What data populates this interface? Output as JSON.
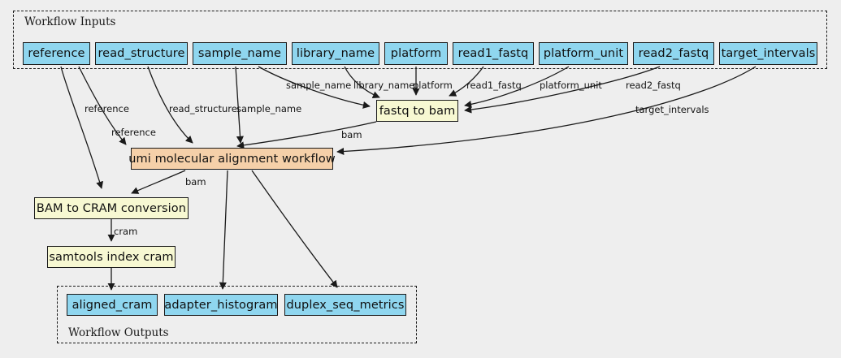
{
  "diagram": {
    "title": "workflow graph",
    "background": "#eeeeee",
    "colors": {
      "io_node": "#8fd6ef",
      "task_node": "#f7f8d2",
      "subworkflow_node": "#f5d0a9",
      "border": "#1a1a1a",
      "edge": "#1a1a1a"
    }
  },
  "clusters": {
    "inputs": {
      "label": "Workflow Inputs"
    },
    "outputs": {
      "label": "Workflow Outputs"
    }
  },
  "nodes": {
    "inputs": [
      {
        "id": "reference",
        "label": "reference"
      },
      {
        "id": "read_structure",
        "label": "read_structure"
      },
      {
        "id": "sample_name",
        "label": "sample_name"
      },
      {
        "id": "library_name",
        "label": "library_name"
      },
      {
        "id": "platform",
        "label": "platform"
      },
      {
        "id": "read1_fastq",
        "label": "read1_fastq"
      },
      {
        "id": "platform_unit",
        "label": "platform_unit"
      },
      {
        "id": "read2_fastq",
        "label": "read2_fastq"
      },
      {
        "id": "target_intervals",
        "label": "target_intervals"
      }
    ],
    "tasks": [
      {
        "id": "fastq_to_bam",
        "label": "fastq to bam"
      },
      {
        "id": "umi_molecular_alignment_workflow",
        "label": "umi molecular alignment workflow"
      },
      {
        "id": "bam_to_cram_conversion",
        "label": "BAM to CRAM conversion"
      },
      {
        "id": "samtools_index_cram",
        "label": "samtools index cram"
      }
    ],
    "outputs": [
      {
        "id": "aligned_cram",
        "label": "aligned_cram"
      },
      {
        "id": "adapter_histogram",
        "label": "adapter_histogram"
      },
      {
        "id": "duplex_seq_metrics",
        "label": "duplex_seq_metrics"
      }
    ]
  },
  "edge_labels": [
    {
      "id": "sample_name_to_fastq_to_bam",
      "label": "sample_name"
    },
    {
      "id": "library_name_to_fastq_to_bam",
      "label": "library_name"
    },
    {
      "id": "platform_to_fastq_to_bam",
      "label": "platform"
    },
    {
      "id": "read1_fastq_to_fastq_to_bam",
      "label": "read1_fastq"
    },
    {
      "id": "platform_unit_to_fastq_to_bam",
      "label": "platform_unit"
    },
    {
      "id": "read2_fastq_to_fastq_to_bam",
      "label": "read2_fastq"
    },
    {
      "id": "reference_to_bam_to_cram",
      "label": "reference"
    },
    {
      "id": "reference_to_umi",
      "label": "reference"
    },
    {
      "id": "read_structure_to_umi",
      "label": "read_structure"
    },
    {
      "id": "sample_name_to_umi",
      "label": "sample_name"
    },
    {
      "id": "fastq_to_bam_to_umi",
      "label": "bam"
    },
    {
      "id": "target_intervals_to_umi",
      "label": "target_intervals"
    },
    {
      "id": "umi_to_bam_to_cram",
      "label": "bam"
    },
    {
      "id": "bam_to_cram_to_samtools",
      "label": "cram"
    }
  ]
}
